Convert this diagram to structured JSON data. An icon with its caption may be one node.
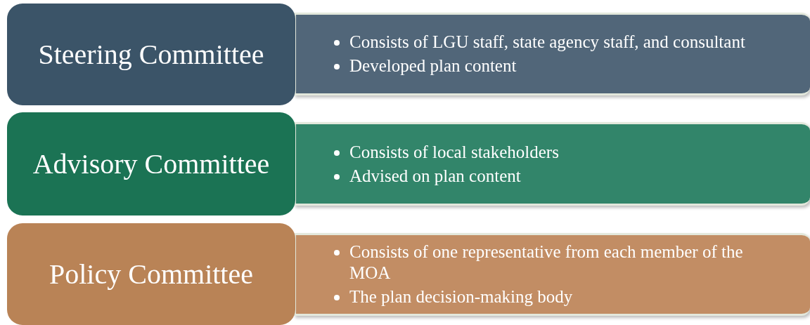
{
  "diagram": {
    "nodes": [
      {
        "text": [
          "Steering Committee"
        ]
      },
      {
        "text": [
          "Consists of LGU staff, state agency staff, and consultant",
          "Developed plan content"
        ]
      },
      {
        "text": [
          "Advisory Committee"
        ]
      },
      {
        "text": [
          "Consists of local stakeholders",
          "Advised on plan content"
        ]
      },
      {
        "text": [
          "Policy Committee"
        ]
      },
      {
        "text": [
          "Consists of one representative from each member of the MOA",
          "The plan decision-making body"
        ]
      }
    ]
  }
}
